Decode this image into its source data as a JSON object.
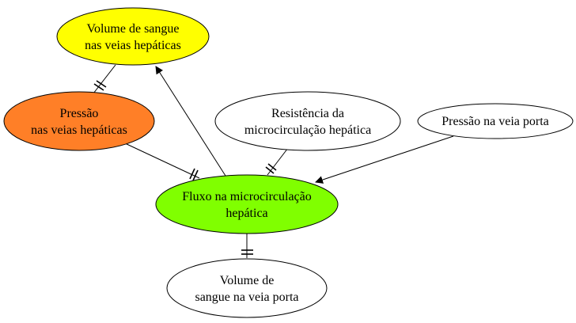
{
  "nodes": {
    "volume_veias_hepaticas": {
      "line1": "Volume de sangue",
      "line2": "nas veias hepáticas",
      "color": "#ffff00"
    },
    "pressao_veias_hepaticas": {
      "line1": "Pressão",
      "line2": "nas veias hepáticas",
      "color": "#ff7f27"
    },
    "resistencia": {
      "line1": "Resistência da",
      "line2": "microcirculação hepática",
      "color": "#ffffff"
    },
    "pressao_veia_porta": {
      "line1": "Pressão na veia porta",
      "color": "#ffffff"
    },
    "fluxo": {
      "line1": "Fluxo na microcirculação",
      "line2": "hepática",
      "color": "#80ff00"
    },
    "volume_veia_porta": {
      "line1": "Volume de",
      "line2": "sangue na veia porta",
      "color": "#ffffff"
    }
  },
  "edges": [
    {
      "from": "volume_veias_hepaticas",
      "to": "pressao_veias_hepaticas",
      "marker": "double-tick"
    },
    {
      "from": "pressao_veias_hepaticas",
      "to": "fluxo",
      "marker": "double-tick"
    },
    {
      "from": "resistencia",
      "to": "fluxo",
      "marker": "double-tick"
    },
    {
      "from": "pressao_veia_porta",
      "to": "fluxo",
      "marker": "arrow"
    },
    {
      "from": "fluxo",
      "to": "volume_veias_hepaticas",
      "marker": "arrow"
    },
    {
      "from": "fluxo",
      "to": "volume_veia_porta",
      "marker": "double-tick"
    }
  ]
}
